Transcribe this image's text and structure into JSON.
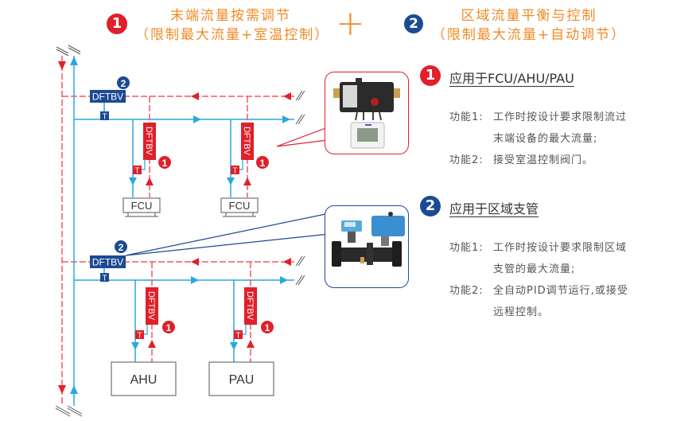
{
  "header": {
    "left": {
      "badge": "1",
      "line1": "末端流量按需调节",
      "line2": "（限制最大流量+室温控制）"
    },
    "plus": "+",
    "right": {
      "badge": "2",
      "line1": "区域流量平衡与控制",
      "line2": "（限制最大流量+自动调节）"
    }
  },
  "colors": {
    "red": "#e0202a",
    "red_line": "#ee5a64",
    "blue_line": "#29a8e0",
    "navy": "#1c4a93",
    "orange": "#f08a24"
  },
  "diagram": {
    "zone_valve_label": "DFTBV",
    "terminal_valve_label": "DFTBV",
    "sensor_label": "T",
    "zone_badge": "2",
    "terminal_badge": "1",
    "units": {
      "fcu1": "FCU",
      "fcu2": "FCU",
      "ahu": "AHU",
      "pau": "PAU"
    }
  },
  "section1": {
    "badge": "1",
    "heading": "应用于FCU/AHU/PAU",
    "features": [
      {
        "label": "功能1:",
        "lines": [
          "工作时按设计要求限制流过",
          "末端设备的最大流量;"
        ]
      },
      {
        "label": "功能2:",
        "lines": [
          "接受室温控制阀门。"
        ]
      }
    ]
  },
  "section2": {
    "badge": "2",
    "heading": "应用于区域支管",
    "features": [
      {
        "label": "功能1:",
        "lines": [
          "工作时按设计要求限制区域",
          "支管的最大流量;"
        ]
      },
      {
        "label": "功能2:",
        "lines": [
          "全自动PID调节运行,或接受",
          "远程控制。"
        ]
      }
    ]
  },
  "photos": {
    "photo1": "terminal-valve-with-thermostat-icon",
    "photo2": "zone-balancing-valve-actuator-icon"
  }
}
